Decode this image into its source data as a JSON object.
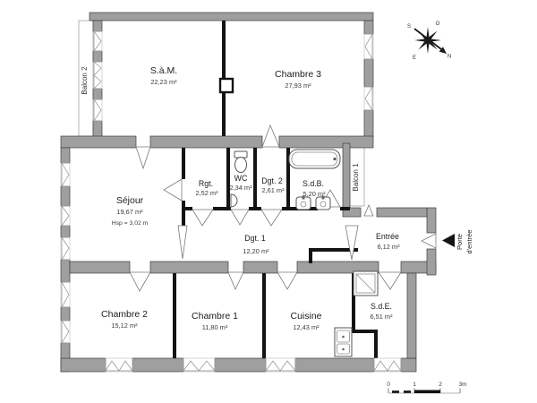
{
  "plan": {
    "rooms": [
      {
        "id": "sam",
        "name": "S.à.M.",
        "area": "22,23 m²"
      },
      {
        "id": "chambre3",
        "name": "Chambre 3",
        "area": "27,93 m²"
      },
      {
        "id": "sejour",
        "name": "Séjour",
        "area": "19,67 m²",
        "note": "Hsp = 3,02 m"
      },
      {
        "id": "rgt",
        "name": "Rgt.",
        "area": "2,52 m²"
      },
      {
        "id": "wc",
        "name": "WC",
        "area": "2,34 m²"
      },
      {
        "id": "dgt2",
        "name": "Dgt. 2",
        "area": "2,61 m²"
      },
      {
        "id": "sdb",
        "name": "S.d.B.",
        "area": "5,20 m²"
      },
      {
        "id": "dgt1",
        "name": "Dgt. 1",
        "area": "12,20 m²"
      },
      {
        "id": "entree",
        "name": "Entrée",
        "area": "6,12 m²"
      },
      {
        "id": "chambre2",
        "name": "Chambre 2",
        "area": "15,12 m²"
      },
      {
        "id": "chambre1",
        "name": "Chambre 1",
        "area": "11,80 m²"
      },
      {
        "id": "cuisine",
        "name": "Cuisine",
        "area": "12,43 m²"
      },
      {
        "id": "sde",
        "name": "S.d.E.",
        "area": "6,51 m²"
      }
    ],
    "balcon2": "Balcon 2",
    "balcon1": "Balcon 1",
    "porte1": "Porte",
    "porte2": "d'entrée",
    "compass": {
      "n": "N",
      "s": "S",
      "e": "E",
      "o": "O"
    },
    "scale": {
      "t0": "0",
      "t1": "1",
      "t2": "2",
      "t3": "3m"
    },
    "colors": {
      "wall_gray": "#9f9f9f",
      "wall_black": "#141414",
      "background": "#ffffff"
    }
  }
}
